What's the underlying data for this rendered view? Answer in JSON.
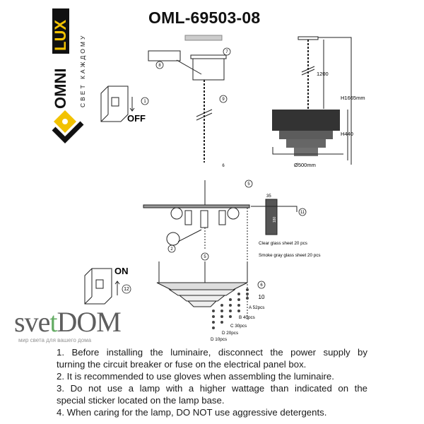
{
  "brand": {
    "name_part1": "OMNI",
    "name_part2": "LUX",
    "tagline": "СВЕТ КАЖДОМУ",
    "accent": "#f2c200"
  },
  "title": "OML-69503-08",
  "diagram": {
    "steps": {
      "s1": "1",
      "s2": "2",
      "s5": "5",
      "s6": "6",
      "s7": "7",
      "s8": "8",
      "s9": "9",
      "s10": "10",
      "s11": "11",
      "s12": "12"
    },
    "switch_off": "OFF",
    "switch_on": "ON",
    "dimensions": {
      "chain": "1200",
      "total_height": "H1665mm",
      "body_height": "H440",
      "diameter": "Ø500mm",
      "sheet_width": "35",
      "sheet_height": "180"
    },
    "glass": {
      "clear": "Clear glass sheet 20 pcs",
      "smoke": "Smoke gray glass sheet 20 pcs"
    },
    "beads": {
      "a": "A 52pcs",
      "b": "B 40pcs",
      "c": "C 30pcs",
      "d1": "D 20pcs",
      "d2": "D 10pcs"
    }
  },
  "instructions": [
    "1. Before installing the luminaire, disconnect the power supply by",
    "turning the circuit breaker or fuse on the electrical panel box.",
    "2. It is recommended to use gloves when assembling the luminaire.",
    "3. Do not use a lamp with a higher wattage than indicated on the",
    "special sticker located on the lamp base.",
    "4. When caring for the lamp, DO NOT use aggressive detergents."
  ],
  "watermark": {
    "part1": "sve",
    "part2": "t",
    "part3": "DOM",
    "tagline": "мир света для вашего дома"
  }
}
